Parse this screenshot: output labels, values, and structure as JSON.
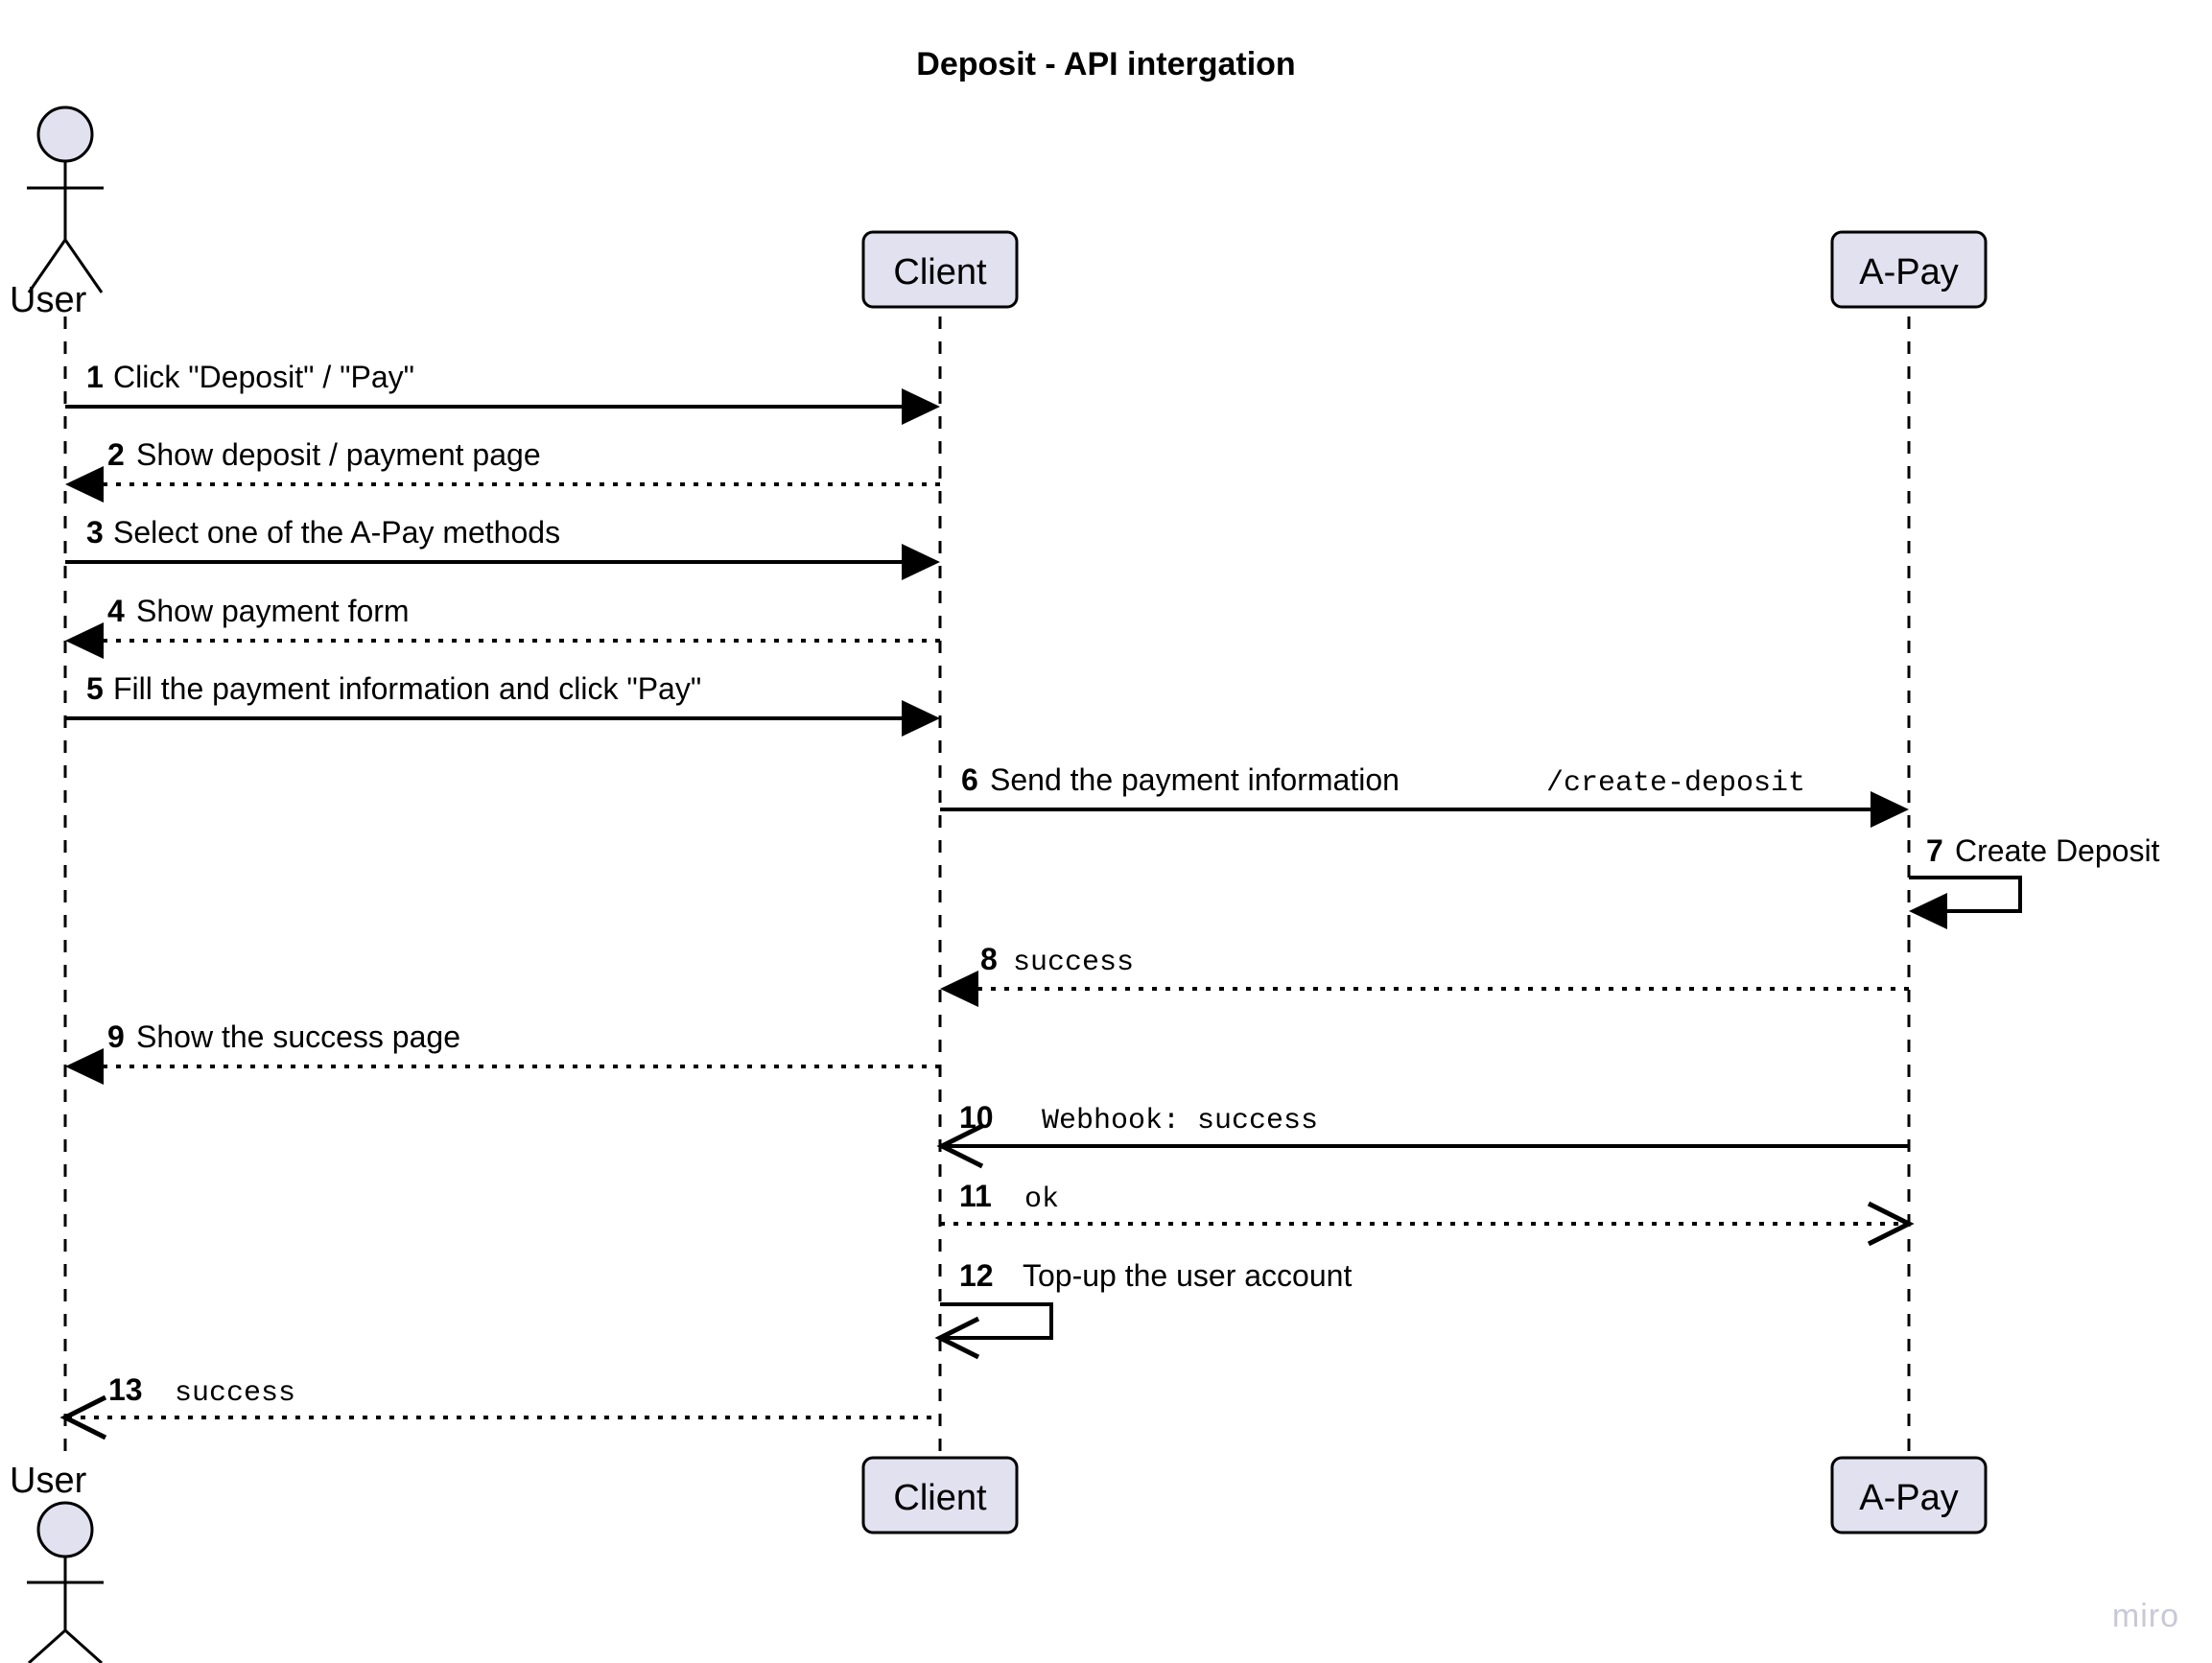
{
  "diagram": {
    "title": "Deposit - API intergation",
    "type": "uml-sequence-diagram",
    "watermark": "miro",
    "colors": {
      "participant_fill": "#E2E1EF",
      "stroke": "#000000",
      "background": "#FFFFFF",
      "watermark": "#C8C8D8"
    }
  },
  "participants": [
    {
      "id": "user",
      "name": "User",
      "kind": "actor",
      "label_top": "User",
      "label_bottom": "User"
    },
    {
      "id": "client",
      "name": "Client",
      "kind": "box",
      "label_top": "Client",
      "label_bottom": "Client"
    },
    {
      "id": "apay",
      "name": "A-Pay",
      "kind": "box",
      "label_top": "A-Pay",
      "label_bottom": "A-Pay"
    }
  ],
  "messages": [
    {
      "num": "1",
      "text": "Click \"Deposit\" / \"Pay\"",
      "mono": "",
      "from": "user",
      "to": "client",
      "style": "solid",
      "arrow": "filled"
    },
    {
      "num": "2",
      "text": "Show deposit / payment page",
      "mono": "",
      "from": "client",
      "to": "user",
      "style": "dashed",
      "arrow": "filled"
    },
    {
      "num": "3",
      "text": "Select one of the A-Pay methods",
      "mono": "",
      "from": "user",
      "to": "client",
      "style": "solid",
      "arrow": "filled"
    },
    {
      "num": "4",
      "text": "Show payment form",
      "mono": "",
      "from": "client",
      "to": "user",
      "style": "dashed",
      "arrow": "filled"
    },
    {
      "num": "5",
      "text": "Fill the payment information and click \"Pay\"",
      "mono": "",
      "from": "user",
      "to": "client",
      "style": "solid",
      "arrow": "filled"
    },
    {
      "num": "6",
      "text": "Send the payment information",
      "mono": "/create-deposit",
      "from": "client",
      "to": "apay",
      "style": "solid",
      "arrow": "filled"
    },
    {
      "num": "7",
      "text": "Create Deposit",
      "mono": "",
      "from": "apay",
      "to": "apay",
      "style": "solid",
      "arrow": "filled"
    },
    {
      "num": "8",
      "text": "",
      "mono": "success",
      "from": "apay",
      "to": "client",
      "style": "dashed",
      "arrow": "filled"
    },
    {
      "num": "9",
      "text": "Show the success page",
      "mono": "",
      "from": "client",
      "to": "user",
      "style": "dashed",
      "arrow": "filled"
    },
    {
      "num": "10",
      "text": "",
      "mono": "Webhook: success",
      "from": "apay",
      "to": "client",
      "style": "solid",
      "arrow": "open"
    },
    {
      "num": "11",
      "text": "",
      "mono": "ok",
      "from": "client",
      "to": "apay",
      "style": "dashed",
      "arrow": "open"
    },
    {
      "num": "12",
      "text": "Top-up the user account",
      "mono": "",
      "from": "client",
      "to": "client",
      "style": "solid",
      "arrow": "open"
    },
    {
      "num": "13",
      "text": "",
      "mono": "success",
      "from": "client",
      "to": "user",
      "style": "dashed",
      "arrow": "open"
    }
  ]
}
